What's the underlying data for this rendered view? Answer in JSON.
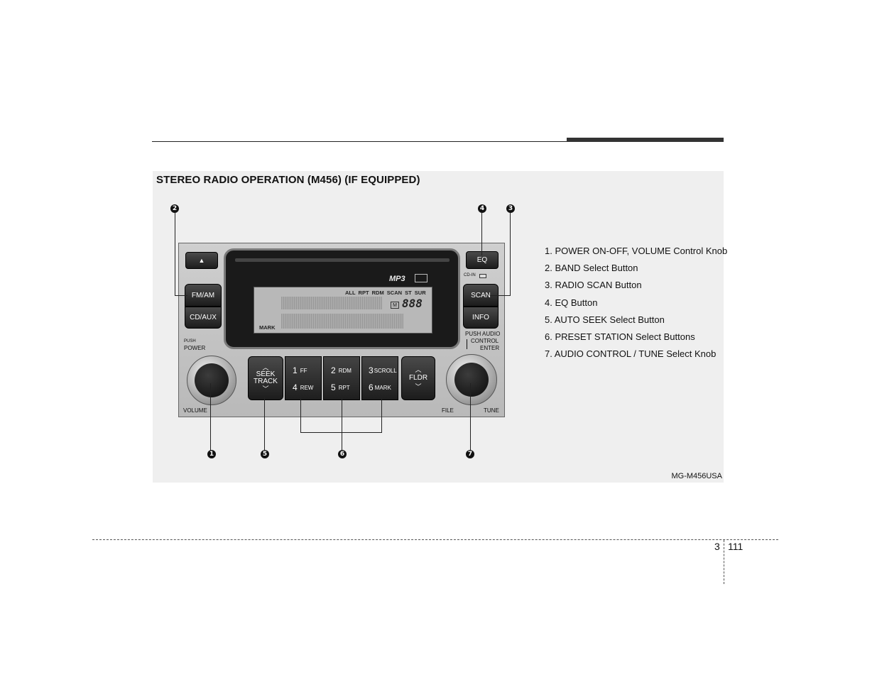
{
  "section_title": "STEREO RADIO OPERATION (M456) (IF EQUIPPED)",
  "figure_code": "MG-M456USA",
  "legend": [
    "1. POWER ON-OFF, VOLUME Control Knob",
    "2. BAND Select Button",
    "3. RADIO SCAN Button",
    "4. EQ Button",
    "5. AUTO SEEK Select Button",
    "6. PRESET STATION Select Buttons",
    "7. AUDIO CONTROL / TUNE Select Knob"
  ],
  "markers": {
    "m1": "1",
    "m2": "2",
    "m3": "3",
    "m4": "4",
    "m5": "5",
    "m6": "6",
    "m7": "7"
  },
  "radio": {
    "eject_symbol": "▲",
    "mp3_logo": "MP3",
    "eq": "EQ",
    "cd_in": "CD-IN",
    "fm_am": "FM/AM",
    "cd_aux": "CD/AUX",
    "scan": "SCAN",
    "info": "INFO",
    "lcd_indicators": "ALL RPT RDM SCAN ST SUR",
    "lcd_m": "M",
    "lcd_digits": "888",
    "lcd_mark": "MARK",
    "push_power_1": "PUSH",
    "push_power_2": "POWER",
    "push_audio_1": "PUSH AUDIO",
    "push_audio_2": "CONTROL",
    "push_audio_3": "ENTER",
    "seek_up": "︿",
    "seek_1": "SEEK",
    "seek_2": "TRACK",
    "seek_down": "﹀",
    "presets": [
      {
        "num": "1",
        "label": "FF"
      },
      {
        "num": "4",
        "label": "REW"
      },
      {
        "num": "2",
        "label": "RDM"
      },
      {
        "num": "5",
        "label": "RPT"
      },
      {
        "num": "3",
        "label": "SCROLL"
      },
      {
        "num": "6",
        "label": "MARK"
      }
    ],
    "fldr_up": "︿",
    "fldr": "FLDR",
    "fldr_down": "﹀",
    "volume": "VOLUME",
    "file": "FILE",
    "tune": "TUNE"
  },
  "footer": {
    "chapter": "3",
    "page": "111"
  }
}
